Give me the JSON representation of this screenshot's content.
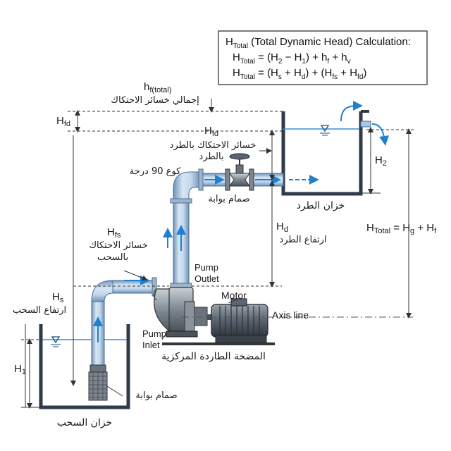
{
  "formula_box": {
    "line1": {
      "main": "H",
      "sub": "Total",
      "rest": " (Total Dynamic Head) Calculation:"
    },
    "line2": "H_Total = (H_2 − H_1) + h_f + h_v",
    "line2_parts": [
      "H",
      "Total",
      " = (H",
      "2",
      " − H",
      "1",
      ") + h",
      "f",
      " + h",
      "v"
    ],
    "line3_parts": [
      "H",
      "Total",
      " = (H",
      "s",
      " + H",
      "d",
      ") + (H",
      "fs",
      " + H",
      "fd",
      ")"
    ]
  },
  "labels": {
    "hf_total_main": "h",
    "hf_total_sub": "f(total)",
    "hf_total_ar": "إجمالي خسائر الاحتكاك",
    "hfd_left_main": "H",
    "hfd_left_sub": "fd",
    "hfd_mid_main": "H",
    "hfd_mid_sub": "fd",
    "hfd_ar_1": "خسائر الاحتكاك بالطرد",
    "hfd_ar_2": "بالطرد",
    "elbow_ar": "كوع 90 درجة",
    "gate_valve_top_ar": "صمام بوابة",
    "discharge_tank_ar": "خزان الطرد",
    "h2_main": "H",
    "h2_sub": "2",
    "hd_main": "H",
    "hd_sub": "d",
    "hd_ar": "ارتفاع الطرد",
    "htotal_right": "H_Total = H_g + H_f",
    "htotal_right_parts": [
      "H",
      "Total",
      " = H",
      "g",
      " + H",
      "f"
    ],
    "hfs_main": "H",
    "hfs_sub": "fs",
    "hfs_ar_1": "خسائر الاحتكاك",
    "hfs_ar_2": "بالسحب",
    "pump_outlet_1": "Pump",
    "pump_outlet_2": "Outlet",
    "motor": "Motor",
    "axis_line": "Axis line",
    "hs_main": "H",
    "hs_sub": "s",
    "hs_ar": "ارتفاع السحب",
    "pump_inlet_1": "Pump",
    "pump_inlet_2": "Inlet",
    "pump_ar": "المضخة الطاردة المركزية",
    "h1_main": "H",
    "h1_sub": "1",
    "foot_valve_ar": "صمام بوابة",
    "suction_tank_ar": "خزان السحب"
  },
  "colors": {
    "pipe": "#a8c8e6",
    "pipe_edge": "#4c6f92",
    "flow": "#1f7fd0",
    "water": "#3a8fd8",
    "tank": "#2f3b4a",
    "dim": "#333333",
    "motor": "#5b6670"
  }
}
